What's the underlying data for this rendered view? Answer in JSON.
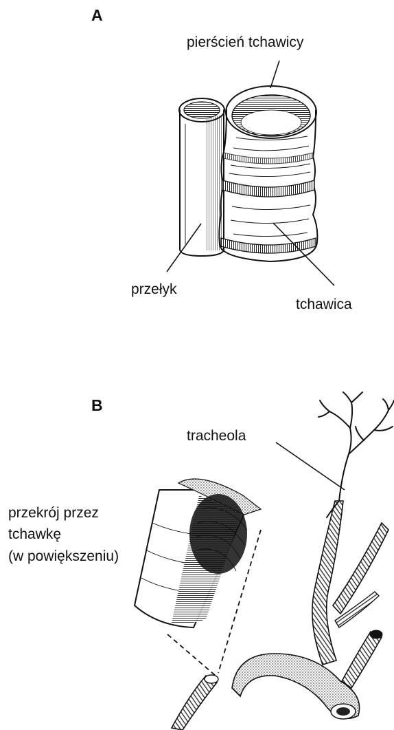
{
  "panels": {
    "a": {
      "letter": "A",
      "labels": {
        "ring": "pierścień tchawicy",
        "esophagus": "przełyk",
        "trachea": "tchawica"
      }
    },
    "b": {
      "letter": "B",
      "labels": {
        "tracheole": "tracheola",
        "cross_section_line1": "przekrój przez",
        "cross_section_line2": "tchawkę",
        "cross_section_line3": "(w powiększeniu)"
      }
    }
  }
}
